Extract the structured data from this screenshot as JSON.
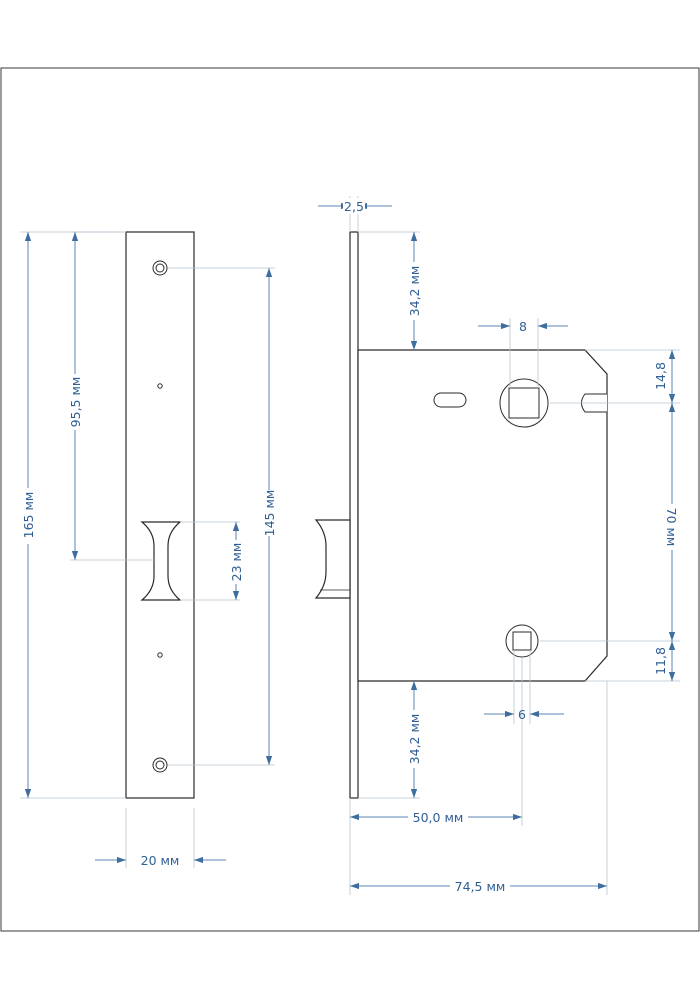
{
  "dimensions": {
    "height_total": "165 мм",
    "screw_to_latch": "95,5 мм",
    "screw_spacing": "145 мм",
    "latch_height": "23 мм",
    "faceplate_width": "20 мм",
    "faceplate_thickness": "2,5",
    "top_offset": "34,2 мм",
    "bottom_offset": "34,2 мм",
    "top_square": "8",
    "bottom_square": "6",
    "top_square_offset": "14,8",
    "square_spacing": "70 мм",
    "bottom_square_offset": "11,8",
    "backset": "50,0 мм",
    "body_depth": "74,5 мм"
  }
}
